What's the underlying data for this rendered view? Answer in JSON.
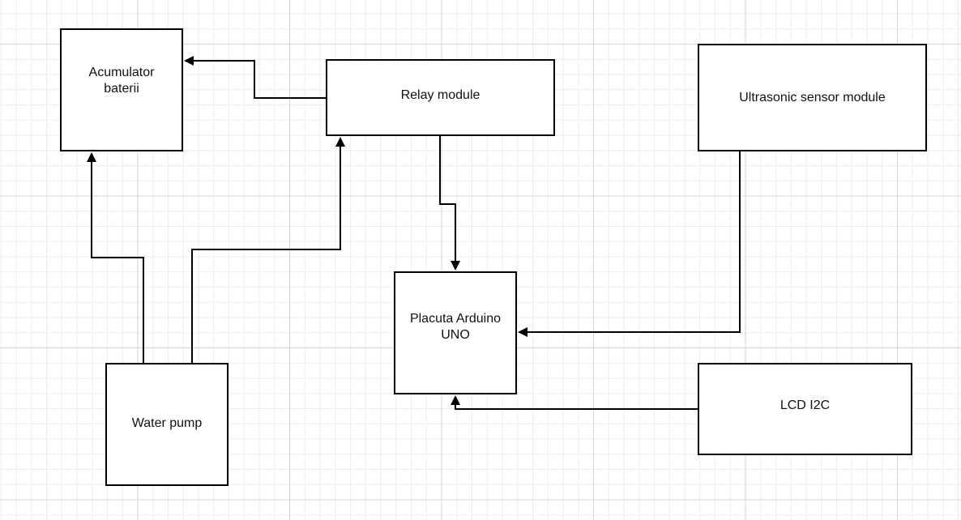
{
  "diagram": {
    "nodes": [
      {
        "id": "acumulator",
        "label": "Acumulator\nbaterii"
      },
      {
        "id": "relay",
        "label": "Relay module"
      },
      {
        "id": "ultrasonic",
        "label": "Ultrasonic sensor module"
      },
      {
        "id": "arduino",
        "label": "Placuta Arduino\nUNO"
      },
      {
        "id": "pump",
        "label": "Water pump"
      },
      {
        "id": "lcd",
        "label": "LCD I2C"
      }
    ],
    "edges": [
      {
        "from": "relay",
        "to": "acumulator"
      },
      {
        "from": "pump",
        "to": "acumulator"
      },
      {
        "from": "pump",
        "to": "relay"
      },
      {
        "from": "relay",
        "to": "arduino"
      },
      {
        "from": "ultrasonic",
        "to": "arduino"
      },
      {
        "from": "lcd",
        "to": "arduino"
      }
    ],
    "colors": {
      "line": "#000000",
      "grid_major": "#d4d4d4",
      "grid_minor": "#eeeeee",
      "background": "#ffffff"
    }
  }
}
